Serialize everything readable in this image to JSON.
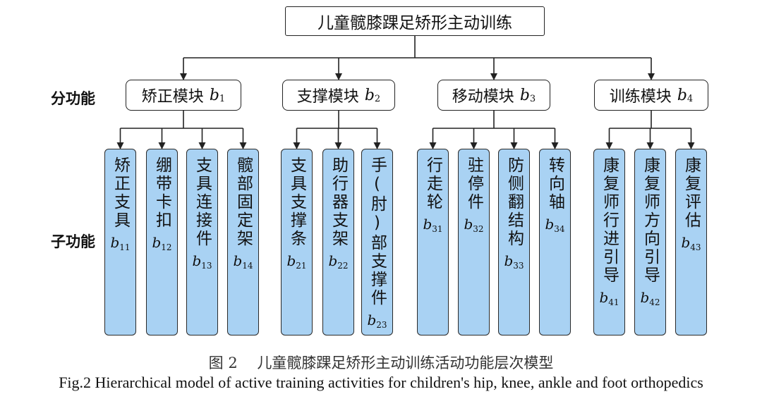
{
  "diagram": {
    "root": {
      "label": "儿童髋膝踝足矫形主动训练"
    },
    "level_labels": {
      "function": "分功能",
      "subfunction": "子功能"
    },
    "modules": [
      {
        "label": "矫正模块",
        "symbol": "b",
        "subscript": "1",
        "children": [
          {
            "label": "矫正支具",
            "symbol": "b",
            "subscript": "11"
          },
          {
            "label": "绷带卡扣",
            "symbol": "b",
            "subscript": "12"
          },
          {
            "label": "支具连接件",
            "symbol": "b",
            "subscript": "13"
          },
          {
            "label": "髋部固定架",
            "symbol": "b",
            "subscript": "14"
          }
        ]
      },
      {
        "label": "支撑模块",
        "symbol": "b",
        "subscript": "2",
        "children": [
          {
            "label": "支具支撑条",
            "symbol": "b",
            "subscript": "21"
          },
          {
            "label": "助行器支架",
            "symbol": "b",
            "subscript": "22"
          },
          {
            "label": "手(肘)部支撑件",
            "symbol": "b",
            "subscript": "23"
          }
        ]
      },
      {
        "label": "移动模块",
        "symbol": "b",
        "subscript": "3",
        "children": [
          {
            "label": "行走轮",
            "symbol": "b",
            "subscript": "31"
          },
          {
            "label": "驻停件",
            "symbol": "b",
            "subscript": "32"
          },
          {
            "label": "防侧翻结构",
            "symbol": "b",
            "subscript": "33"
          },
          {
            "label": "转向轴",
            "symbol": "b",
            "subscript": "34"
          }
        ]
      },
      {
        "label": "训练模块",
        "symbol": "b",
        "subscript": "4",
        "children": [
          {
            "label": "康复师行进引导",
            "symbol": "b",
            "subscript": "41"
          },
          {
            "label": "康复师方向引导",
            "symbol": "b",
            "subscript": "42"
          },
          {
            "label": "康复评估",
            "symbol": "b",
            "subscript": "43"
          }
        ]
      }
    ]
  },
  "caption": {
    "chinese": "图 2　 儿童髋膝踝足矫形主动训练活动功能层次模型",
    "english": "Fig.2 Hierarchical model of active training activities for children's hip, knee, ankle and foot orthopedics"
  },
  "colors": {
    "child_fill": "#a9d2f3",
    "border": "#222222",
    "background": "#ffffff"
  }
}
